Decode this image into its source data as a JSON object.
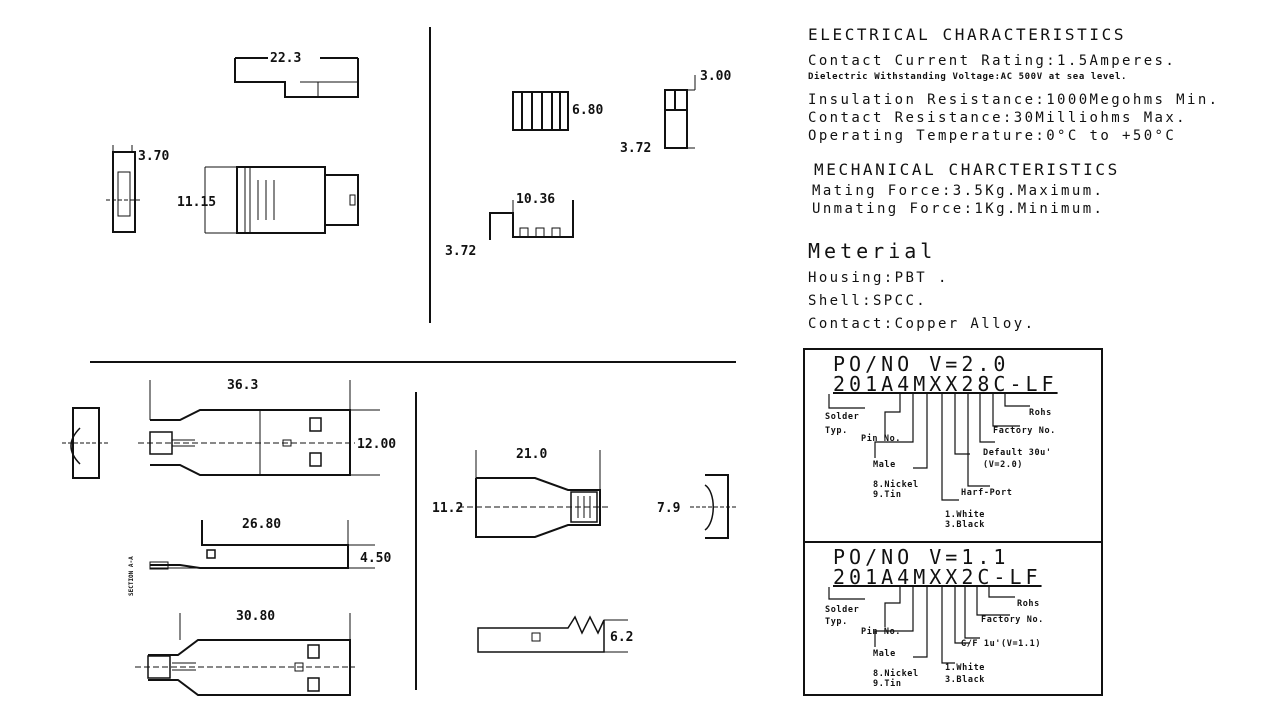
{
  "electrical": {
    "heading": "ELECTRICAL CHARACTERISTICS",
    "lines": [
      "Contact Current Rating:1.5Amperes.",
      "Dielectric Withstanding Voltage:AC 500V at sea level.",
      "Insulation Resistance:1000Megohms Min.",
      "Contact Resistance:30Milliohms Max.",
      "Operating Temperature:0°C to +50°C"
    ]
  },
  "mechanical": {
    "heading": "MECHANICAL CHARCTERISTICS",
    "lines": [
      "Mating Force:3.5Kg.Maximum.",
      "Unmating Force:1Kg.Minimum."
    ]
  },
  "material": {
    "heading": "Meterial",
    "lines": [
      "Housing:PBT .",
      "Shell:SPCC.",
      "Contact:Copper Alloy."
    ]
  },
  "ordering": [
    {
      "title": "PO/NO V=2.0",
      "part": "201A4MXX28C-LF",
      "labels": {
        "solder": "Solder",
        "typ": "Typ.",
        "pin": "Pin No.",
        "male": "Male",
        "nickel": "8.Nickel",
        "tin": "9.Tin",
        "white": "1.White",
        "black": "3.Black",
        "half": "Harf-Port",
        "default1": "Default 30u'",
        "default2": "(V=2.0)",
        "factory": "Factory No.",
        "rohs": "Rohs"
      }
    },
    {
      "title": "PO/NO V=1.1",
      "part": "201A4MXX2C-LF",
      "labels": {
        "solder": "Solder",
        "typ": "Typ.",
        "pin": "Pin No.",
        "male": "Male",
        "nickel": "8.Nickel",
        "tin": "9.Tin",
        "white": "1.White",
        "black": "3.Black",
        "gf": "G/F 1u'(V=1.1)",
        "factory": "Factory No.",
        "rohs": "Rohs"
      }
    }
  ],
  "dimensions": {
    "top_len": "22.3",
    "side_w": "3.70",
    "plug_h": "11.15",
    "d680": "6.80",
    "d300": "3.00",
    "d372a": "3.72",
    "d1036": "10.36",
    "d372b": "3.72",
    "len363": "36.3",
    "h1200": "12.00",
    "len2680": "26.80",
    "h450": "4.50",
    "len3080": "30.80",
    "len210": "21.0",
    "h112": "11.2",
    "h79": "7.9",
    "h62": "6.2",
    "section": "SECTION A-A"
  }
}
